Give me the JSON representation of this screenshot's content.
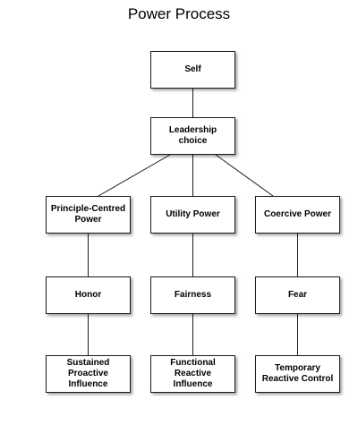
{
  "title": "Power Process",
  "nodes": {
    "self": "Self",
    "leadership": "Leadership\nchoice",
    "principle": "Principle-Centred\nPower",
    "utility": "Utility Power",
    "coercive": "Coercive Power",
    "honor": "Honor",
    "fairness": "Fairness",
    "fear": "Fear",
    "sustained": "Sustained\nProactive\nInfluence",
    "functional": "Functional\nReactive\nInfluence",
    "temporary": "Temporary\nReactive Control"
  },
  "edges": [
    [
      "self",
      "leadership"
    ],
    [
      "leadership",
      "principle"
    ],
    [
      "leadership",
      "utility"
    ],
    [
      "leadership",
      "coercive"
    ],
    [
      "principle",
      "honor"
    ],
    [
      "utility",
      "fairness"
    ],
    [
      "coercive",
      "fear"
    ],
    [
      "honor",
      "sustained"
    ],
    [
      "fairness",
      "functional"
    ],
    [
      "fear",
      "temporary"
    ]
  ]
}
